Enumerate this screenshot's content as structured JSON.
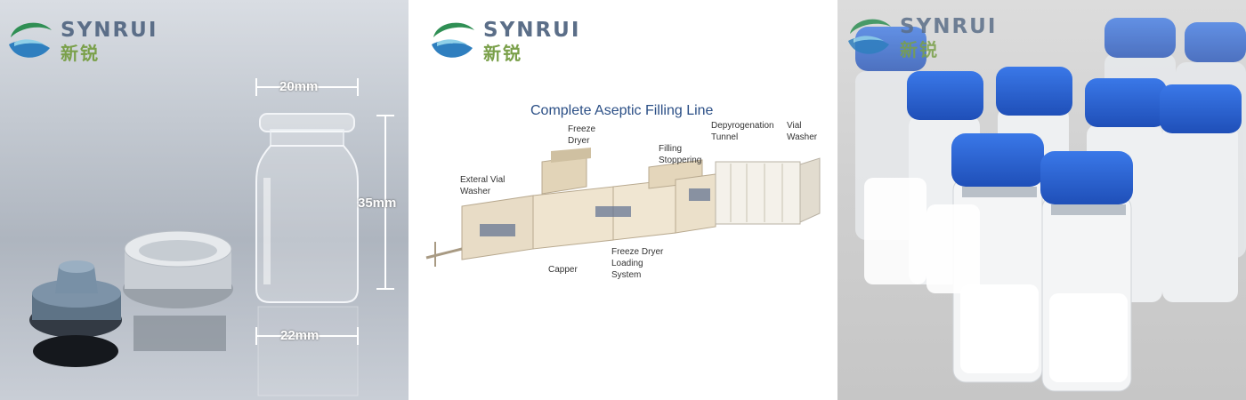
{
  "brand": {
    "name_en": "SYNRUI",
    "name_zh": "新锐"
  },
  "panel1": {
    "dims": {
      "top": "20mm",
      "right": "35mm",
      "bottom": "22mm"
    }
  },
  "panel2": {
    "title": "Complete Aseptic Filling Line",
    "labels": {
      "freeze_dryer": "Freeze\nDryer",
      "filling": "Filling\nStoppering",
      "depyro": "Depyrogenation\nTunnel",
      "vial_washer": "Vial\nWasher",
      "external": "Exteral Vial\nWasher",
      "capper": "Capper",
      "loading": "Freeze Dryer\nLoading\nSystem"
    }
  },
  "colors": {
    "logo_blue": "#5b6e88",
    "logo_green": "#7aa04a",
    "cap_blue": "#2f66d6",
    "title_blue": "#2b4f86"
  }
}
